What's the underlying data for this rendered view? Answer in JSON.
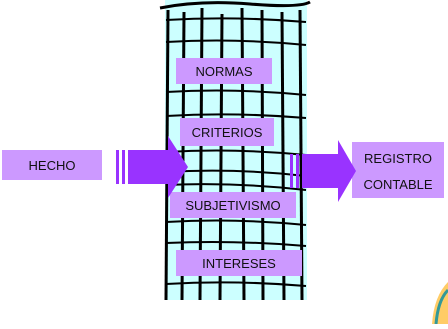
{
  "diagram": {
    "input_label": "HECHO",
    "filter_items": [
      "NORMAS",
      "CRITERIOS",
      "SUBJETIVISMO",
      "INTERESES"
    ],
    "output_label_line1": "REGISTRO",
    "output_label_line2": "CONTABLE"
  },
  "colors": {
    "label_fill": "#cc99ff",
    "arrow_fill": "#9933ff",
    "grid_bg": "#ccffff",
    "grid_line": "#000000"
  }
}
